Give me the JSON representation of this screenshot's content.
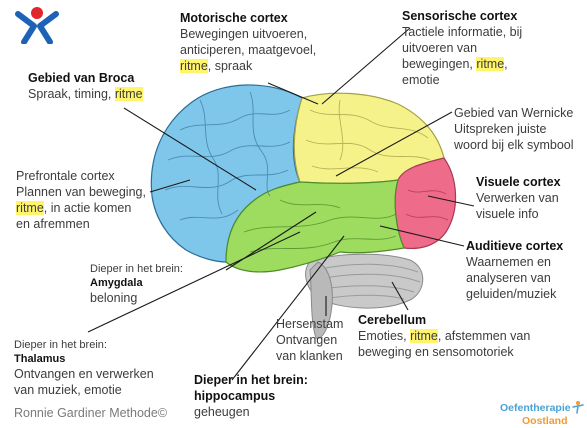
{
  "labels": {
    "motorische": {
      "title": "Motorische cortex",
      "lines": [
        "Bewegingen uitvoeren,",
        "anticiperen, maatgevoel,"
      ],
      "hl": "ritme",
      "after": ", spraak"
    },
    "sensorische": {
      "title": "Sensorische cortex",
      "lines": [
        "Tactiele informatie, bij",
        "uitvoeren van"
      ],
      "pre": "bewegingen, ",
      "hl": "ritme",
      "after": ",",
      "last": "emotie"
    },
    "broca": {
      "title": "Gebied van Broca",
      "pre": "Spraak, timing, ",
      "hl": "ritme"
    },
    "wernicke": {
      "lines": [
        "Gebied van Wernicke",
        "Uitspreken juiste",
        "woord bij elk symbool"
      ]
    },
    "prefrontale": {
      "lines": [
        "Prefrontale cortex",
        "Plannen van beweging,"
      ],
      "hl": "ritme",
      "after": ", in actie komen",
      "last": "en afremmen"
    },
    "visuele": {
      "title": "Visuele cortex",
      "lines": [
        "Verwerken van",
        "visuele info"
      ]
    },
    "amygdala": {
      "intro": "Dieper in het brein:",
      "title": "Amygdala",
      "desc": "beloning"
    },
    "auditieve": {
      "title": "Auditieve cortex",
      "lines": [
        "Waarnemen en",
        "analyseren van",
        "geluiden/muziek"
      ]
    },
    "hersenstam": {
      "lines": [
        "Hersenstam",
        "Ontvangen",
        "van klanken"
      ]
    },
    "cerebellum": {
      "title": "Cerebellum",
      "pre": "Emoties, ",
      "hl": "ritme",
      "after": ", afstemmen van",
      "last": "beweging en sensomotoriek"
    },
    "thalamus": {
      "intro": "Dieper in het brein:",
      "title": "Thalamus",
      "lines": [
        "Ontvangen en verwerken",
        "van muziek, emotie"
      ]
    },
    "hippocampus": {
      "title1": "Dieper in het brein:",
      "title2": "hippocampus",
      "desc": "geheugen"
    }
  },
  "footer": {
    "credit": "Ronnie Gardiner Methode©",
    "logo_line1": "Oefentherapie",
    "logo_line2": "Oostland"
  },
  "colors": {
    "frontal": "#7ec7ea",
    "parietal": "#f6f28a",
    "occipital": "#ee6b8a",
    "temporal": "#9ddc5f",
    "cerebellum": "#c9c9c9",
    "highlight": "#fff46a",
    "logo_red": "#e0262b",
    "logo_blue": "#1e62b7"
  },
  "icons": [
    "person-logo-icon",
    "brain-illustration"
  ]
}
